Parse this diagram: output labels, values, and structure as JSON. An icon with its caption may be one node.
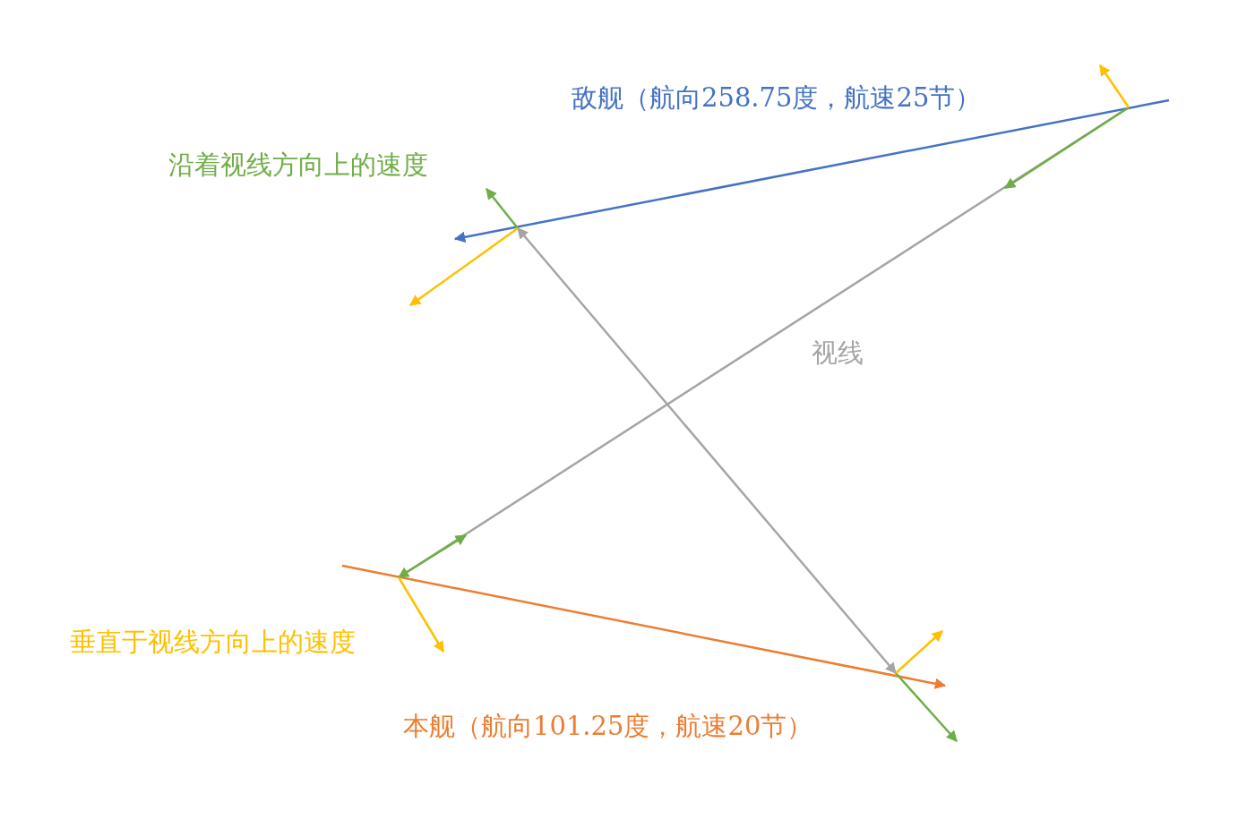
{
  "diagram": {
    "labels": [
      "敌舰（航向258.75度，航速25节）",
      "沿着视线方向上的速度",
      "视线",
      "垂直于视线方向上的速度",
      "本舰（航向101.25度，航速20节）"
    ]
  }
}
